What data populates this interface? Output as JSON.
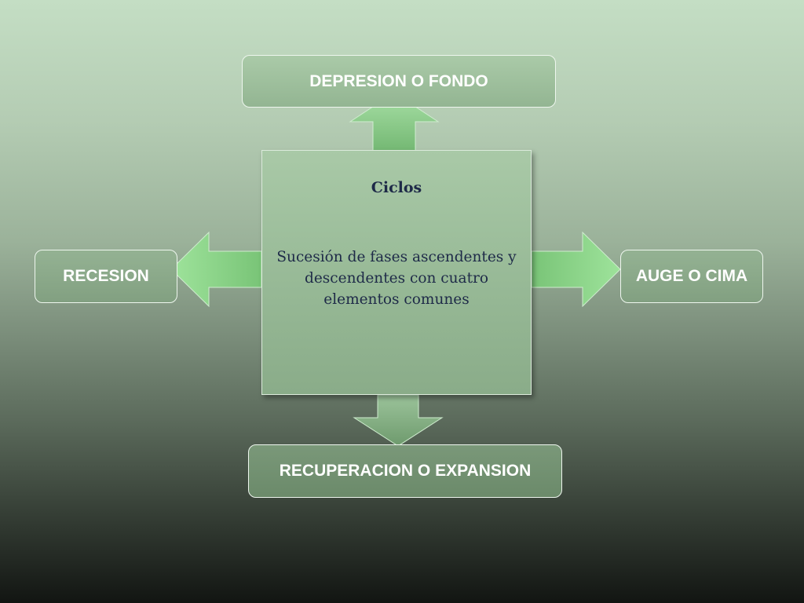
{
  "diagram": {
    "center": {
      "title": "Ciclos",
      "description": "Sucesión de fases ascendentes y descendentes con cuatro elementos comunes"
    },
    "nodes": {
      "top": "DEPRESION O FONDO",
      "left": "RECESION",
      "right": "AUGE O CIMA",
      "bottom": "RECUPERACION O EXPANSION"
    },
    "colors": {
      "arrow_fill": "#8fd48f",
      "node_text": "#ffffff",
      "center_text": "#1e2a48"
    }
  }
}
